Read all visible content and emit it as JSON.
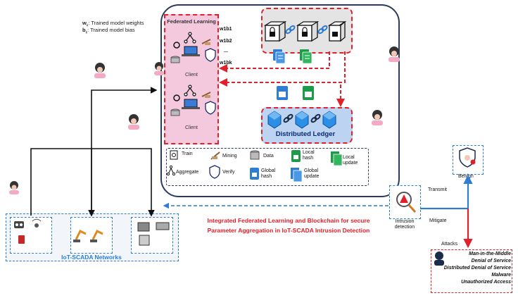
{
  "notation": {
    "weights_label": "w",
    "weights_sub": "k",
    "weights_text": ": Trained model weights",
    "bias_label": "b",
    "bias_sub": "k",
    "bias_text": ": Trained model bias"
  },
  "federated": {
    "title": "Federated Learning",
    "clients": [
      "Client",
      "Client"
    ],
    "params": [
      "w1b1",
      "w1b2",
      "...",
      "w1bk"
    ]
  },
  "ledger": {
    "title": "Distributed Ledger"
  },
  "legend": {
    "train": "Train",
    "mining": "Mining",
    "data": "Data",
    "local_hash": "Local hash",
    "local_update": "Local update",
    "aggregate": "Aggregate",
    "verify": "Verify",
    "global_hash": "Global hash",
    "global_update": "Global update"
  },
  "iot": {
    "label": "IoT-SCADA Networks"
  },
  "caption": {
    "line1": "Integrated Federated Learning and Blockchain for secure",
    "line2": "Parameter Aggregation in IoT-SCADA Intrusion Detection"
  },
  "ids": {
    "label": "Intrusion detection"
  },
  "actions": {
    "transmit": "Transmit",
    "mitigate": "Mitigate",
    "attacks": "Attacks"
  },
  "benign": {
    "label": "Benign"
  },
  "attack_types": [
    "Man-in-the-Middle",
    "Denial of Service",
    "Distributed Denial of Service",
    "Malware",
    "Unauthorized Access"
  ],
  "colors": {
    "accent_red": "#e0202a",
    "accent_blue": "#2d7dd2",
    "navy": "#2b3b5c",
    "fl_pink": "#f4c9de",
    "ledger_blue": "#bcd4f2"
  }
}
